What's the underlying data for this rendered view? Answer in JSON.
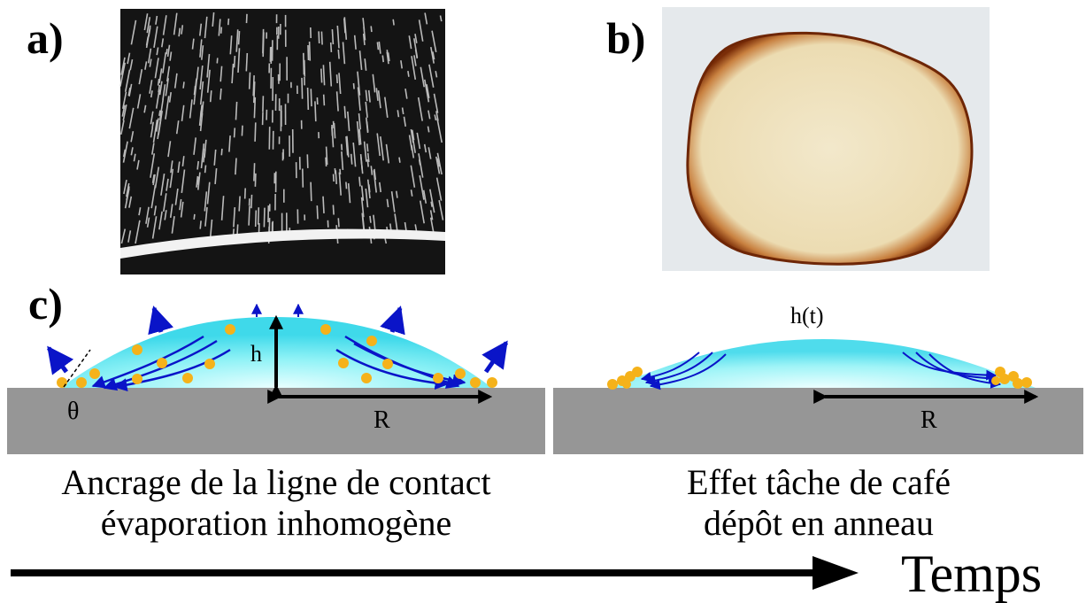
{
  "labels": {
    "panel_a": "a)",
    "panel_b": "b)",
    "panel_c": "c)"
  },
  "diagram": {
    "left": {
      "height_label": "h",
      "radius_label": "R",
      "angle_label": "θ",
      "caption_line1": "Ancrage de la ligne de contact",
      "caption_line2": "évaporation inhomogène"
    },
    "right": {
      "height_label": "h(t)",
      "radius_label": "R",
      "caption_line1": "Effet tâche de café",
      "caption_line2": "dépôt en anneau"
    },
    "time_label": "Temps"
  },
  "colors": {
    "substrate": "#969696",
    "droplet": "#5fe6f0",
    "particle": "#f5b21a",
    "flow_arrow": "#0a14c8",
    "photo_background": "#141414",
    "stain_fill": "#efe2bf",
    "stain_ring": "#8a3a10"
  }
}
